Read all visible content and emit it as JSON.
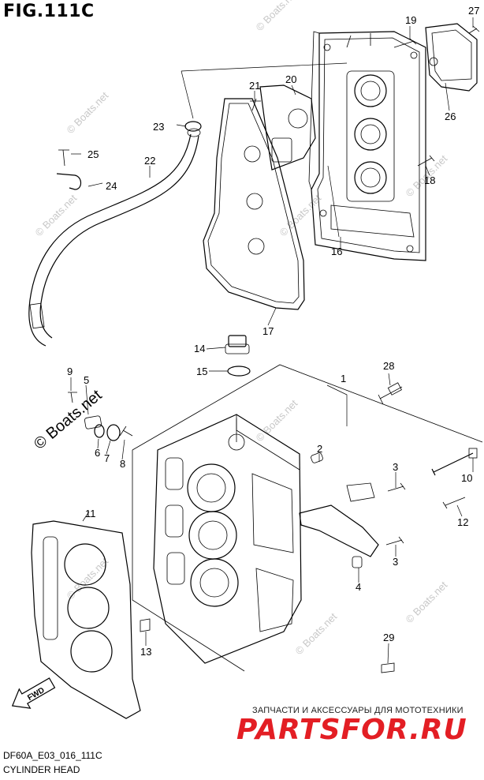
{
  "figure": {
    "title": "FIG.111C",
    "code": "DF60A_E03_016_111C",
    "name": "CYLINDER HEAD"
  },
  "callouts": [
    "1",
    "2",
    "3",
    "3",
    "4",
    "5",
    "6",
    "7",
    "8",
    "9",
    "10",
    "11",
    "12",
    "13",
    "14",
    "15",
    "16",
    "17",
    "18",
    "19",
    "20",
    "21",
    "22",
    "23",
    "24",
    "25",
    "26",
    "27",
    "28",
    "29"
  ],
  "direction_label": "FWD",
  "watermarks": {
    "site": "© Boats.net",
    "caption": "ЗАПЧАСТИ И АКСЕССУАРЫ ДЛЯ МОТОТЕХНИКИ",
    "logo": "PARTSFOR.RU"
  }
}
